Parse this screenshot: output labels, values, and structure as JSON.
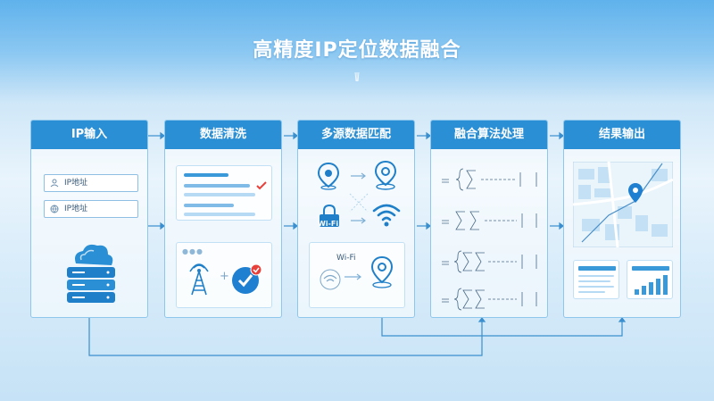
{
  "title": "高精度IP定位数据融合",
  "stages": [
    {
      "label": "IP输入"
    },
    {
      "label": "数据清洗"
    },
    {
      "label": "多源数据匹配"
    },
    {
      "label": "融合算法处理"
    },
    {
      "label": "结果输出"
    }
  ],
  "ip_input": {
    "fields": [
      {
        "label": "IP地址"
      },
      {
        "label": "IP地址"
      }
    ]
  },
  "data_match": {
    "wifi_badge": "Wi-Fi",
    "wifi_label": "Wi-Fi"
  },
  "colors": {
    "accent": "#2a8fd4",
    "title_bg_top": "#5fb2ec",
    "check_red": "#e8413b",
    "check_blue": "#1f7fd0"
  }
}
